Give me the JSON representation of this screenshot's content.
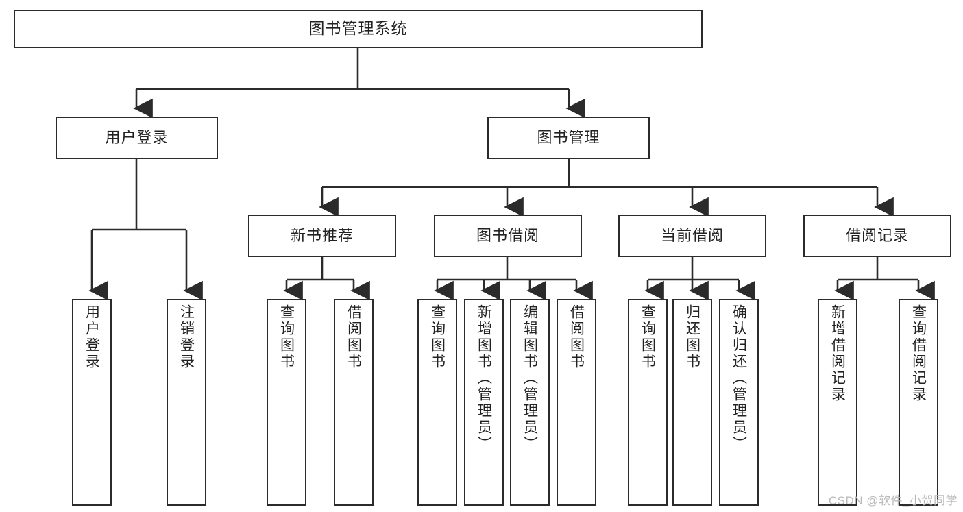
{
  "diagram": {
    "type": "tree-hierarchy",
    "title": "图书管理系统",
    "watermark": "CSDN @软件_小贺同学",
    "colors": {
      "stroke": "#2b2b2b",
      "fill": "#ffffff",
      "text": "#222222",
      "watermark": "#b9b9b9"
    },
    "levels": {
      "root": {
        "label": "图书管理系统"
      },
      "level2": [
        {
          "id": "user-login",
          "label": "用户登录"
        },
        {
          "id": "book-manage",
          "label": "图书管理"
        }
      ],
      "level3": [
        {
          "id": "new-book-recommend",
          "label": "新书推荐",
          "parent": "book-manage"
        },
        {
          "id": "book-borrow",
          "label": "图书借阅",
          "parent": "book-manage"
        },
        {
          "id": "current-borrow",
          "label": "当前借阅",
          "parent": "book-manage"
        },
        {
          "id": "borrow-record",
          "label": "借阅记录",
          "parent": "book-manage"
        }
      ],
      "leaves": [
        {
          "id": "leaf-user-login",
          "label": "用户登录",
          "parent": "user-login"
        },
        {
          "id": "leaf-user-logout",
          "label": "注销登录",
          "parent": "user-login"
        },
        {
          "id": "leaf-query-book-1",
          "label": "查询图书",
          "parent": "new-book-recommend"
        },
        {
          "id": "leaf-borrow-book-1",
          "label": "借阅图书",
          "parent": "new-book-recommend"
        },
        {
          "id": "leaf-query-book-2",
          "label": "查询图书",
          "parent": "book-borrow"
        },
        {
          "id": "leaf-add-book",
          "label": "新增图书（管理员）",
          "parent": "book-borrow"
        },
        {
          "id": "leaf-edit-book",
          "label": "编辑图书（管理员）",
          "parent": "book-borrow"
        },
        {
          "id": "leaf-borrow-book-2",
          "label": "借阅图书",
          "parent": "book-borrow"
        },
        {
          "id": "leaf-query-book-3",
          "label": "查询图书",
          "parent": "current-borrow"
        },
        {
          "id": "leaf-return-book",
          "label": "归还图书",
          "parent": "current-borrow"
        },
        {
          "id": "leaf-confirm-return",
          "label": "确认归还（管理员）",
          "parent": "current-borrow"
        },
        {
          "id": "leaf-add-borrow-record",
          "label": "新增借阅记录",
          "parent": "borrow-record"
        },
        {
          "id": "leaf-query-borrow-record",
          "label": "查询借阅记录",
          "parent": "borrow-record"
        }
      ]
    }
  }
}
